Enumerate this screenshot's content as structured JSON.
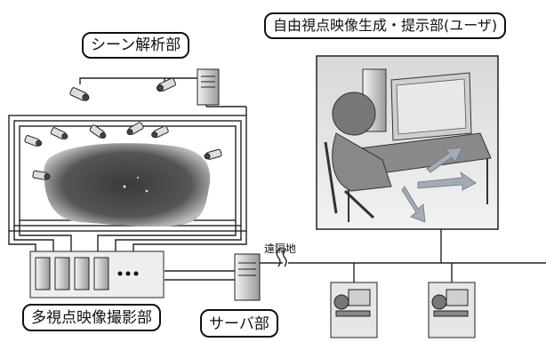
{
  "labels": {
    "scene_analysis": "シーン解析部",
    "free_viewpoint": "自由視点映像生成・提示部(ユーザ)",
    "multi_view_capture": "多視点映像撮影部",
    "server": "サーバ部",
    "remote": "遠隔地"
  },
  "colors": {
    "line": "#222222",
    "blob": "#555555",
    "arrow": "#9aa4b0"
  }
}
